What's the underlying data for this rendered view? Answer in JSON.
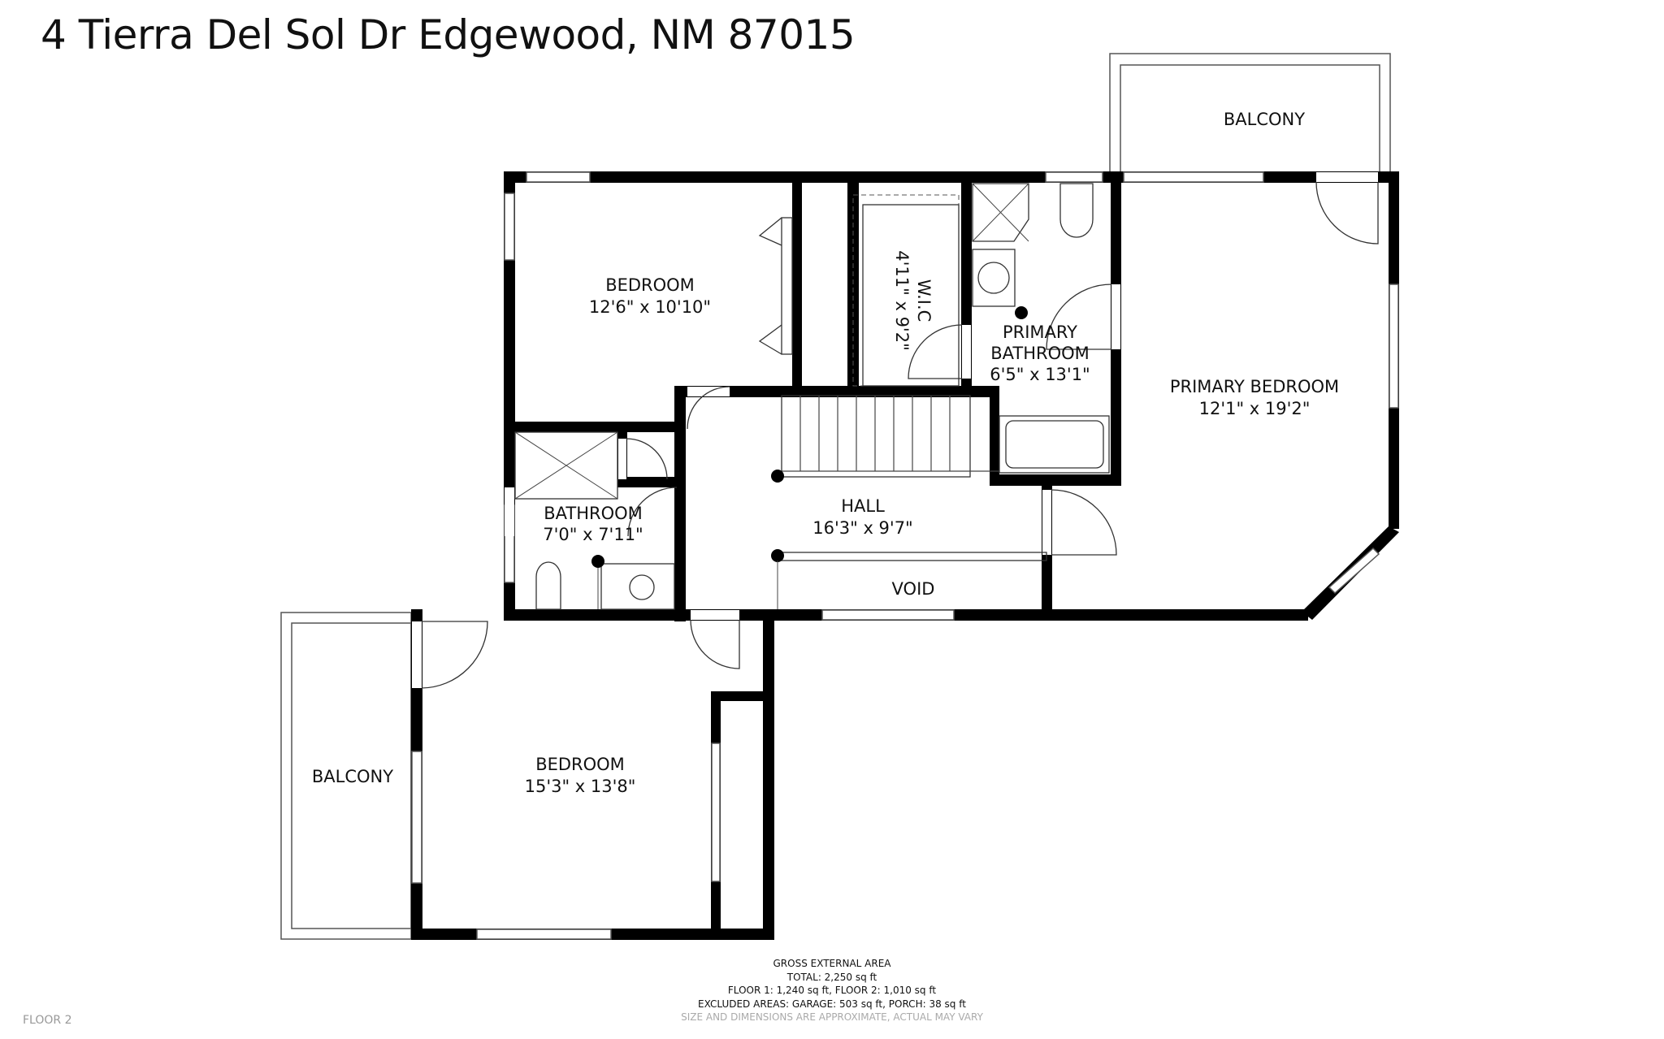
{
  "header": {
    "title": "4 Tierra Del Sol Dr Edgewood, NM 87015"
  },
  "rooms": {
    "bedroom_top": {
      "name": "BEDROOM",
      "dims": "12'6\" x 10'10\""
    },
    "wic": {
      "name": "W.I.C",
      "dims": "4'11\" x 9'2\""
    },
    "primary_bathroom": {
      "name_line1": "PRIMARY",
      "name_line2": "BATHROOM",
      "dims": "6'5\" x 13'1\""
    },
    "primary_bedroom": {
      "name": "PRIMARY BEDROOM",
      "dims": "12'1\" x 19'2\""
    },
    "bathroom": {
      "name": "BATHROOM",
      "dims": "7'0\" x 7'11\""
    },
    "hall": {
      "name": "HALL",
      "dims": "16'3\" x 9'7\""
    },
    "void": {
      "name": "VOID"
    },
    "balcony_top": {
      "name": "BALCONY"
    },
    "balcony_left": {
      "name": "BALCONY"
    },
    "bedroom_bottom": {
      "name": "BEDROOM",
      "dims": "15'3\" x 13'8\""
    }
  },
  "footer": {
    "heading": "GROSS EXTERNAL AREA",
    "total": "TOTAL: 2,250 sq ft",
    "floors": "FLOOR 1: 1,240 sq ft, FLOOR 2: 1,010 sq ft",
    "excluded": "EXCLUDED AREAS: GARAGE: 503 sq ft, PORCH: 38 sq ft",
    "disclaimer": "SIZE AND DIMENSIONS ARE APPROXIMATE, ACTUAL MAY VARY"
  },
  "floor_label": "FLOOR 2"
}
